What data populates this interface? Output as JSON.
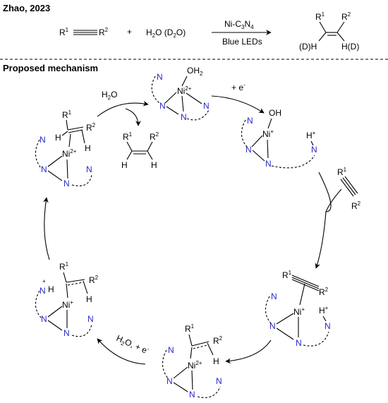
{
  "title": "Zhao, 2023",
  "mechanism_title": "Proposed mechanism",
  "reaction": {
    "r1": "R",
    "r1_sup": "1",
    "r2": "R",
    "r2_sup": "2",
    "plus": "+",
    "water": "H",
    "water_sub": "2",
    "water_rest": "O (D",
    "water_sub2": "2",
    "water_end": "O)",
    "catalyst": "Ni-C",
    "catalyst_sub1": "3",
    "catalyst_mid": "N",
    "catalyst_sub2": "4",
    "conditions": "Blue LEDs",
    "product_left": "(D)H",
    "product_right": "H(D)"
  },
  "labels": {
    "N": "N",
    "H": "H",
    "Hplus": "H",
    "plus_sup": "+",
    "ni": "Ni",
    "ni2": "2+",
    "ni1": "+",
    "oh2": "OH",
    "oh2_sub": "2",
    "oh": "OH",
    "R": "R",
    "sup1": "1",
    "sup2": "2",
    "step_water_top": "H",
    "step_water_top_sub": "2",
    "step_water_top_end": "O",
    "step_e": "+ e",
    "step_e_sup": "-",
    "step_bottom": "H",
    "step_bottom_sub": "2",
    "step_bottom_end": "O, + e",
    "step_bottom_sup": "-"
  }
}
